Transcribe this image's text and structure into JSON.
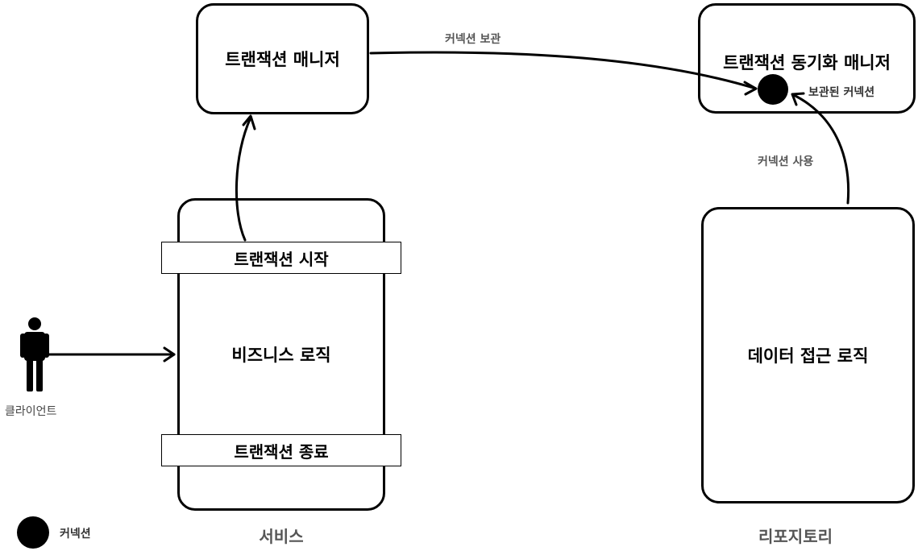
{
  "nodes": {
    "tx_manager": "트랜잭션 매니저",
    "tx_sync_manager": "트랜잭션 동기화 매니저",
    "business_logic": "비즈니스 로직",
    "tx_begin": "트랜잭션 시작",
    "tx_end": "트랜잭션 종료",
    "data_access_logic": "데이터 접근 로직"
  },
  "edges": {
    "store_connection": "커넥션 보관",
    "use_connection": "커넥션 사용"
  },
  "annotations": {
    "stored_connection": "보관된 커넥션"
  },
  "captions": {
    "service": "서비스",
    "repository": "리포지토리"
  },
  "actor": {
    "label": "클라이언트",
    "icon": "person-icon"
  },
  "legend": {
    "label": "커넥션",
    "icon": "connection-dot-icon"
  }
}
